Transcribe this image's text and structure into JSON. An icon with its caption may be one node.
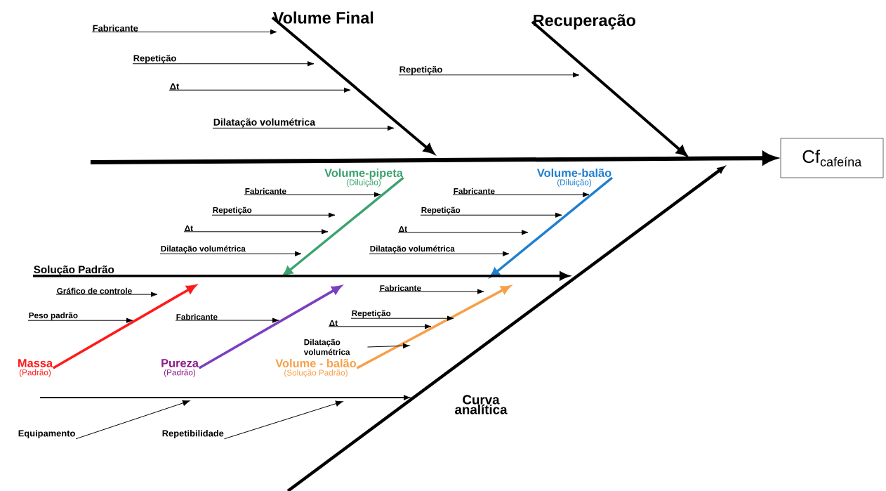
{
  "diagram": {
    "nodes": [
      {
        "text": [
          "Volume Final"
        ]
      },
      {
        "text": [
          "Recuperação"
        ]
      },
      {
        "text": [
          "Fabricante"
        ]
      },
      {
        "text": [
          "Repetição"
        ]
      },
      {
        "text": [
          "Δt"
        ]
      },
      {
        "text": [
          "Dilatação volumétrica"
        ]
      },
      {
        "text": [
          "Repetição"
        ]
      },
      {
        "text": [
          "Cf$_{cafeína}$"
        ]
      },
      {
        "text": [
          "Volume-pipeta",
          "(Diluição)"
        ]
      },
      {
        "text": [
          "Volume-balão",
          "(Diluição)"
        ]
      },
      {
        "text": [
          "Fabricante"
        ]
      },
      {
        "text": [
          "Repetição"
        ]
      },
      {
        "text": [
          "Δt"
        ]
      },
      {
        "text": [
          "Dilatação volumétrica"
        ]
      },
      {
        "text": [
          "Fabricante"
        ]
      },
      {
        "text": [
          "Repetição"
        ]
      },
      {
        "text": [
          "Δt"
        ]
      },
      {
        "text": [
          "Dilatação volumétrica"
        ]
      },
      {
        "text": [
          "Solução Padrão"
        ]
      },
      {
        "text": [
          "Gráfico de controle"
        ]
      },
      {
        "text": [
          "Peso padrão"
        ]
      },
      {
        "text": [
          "Fabricante"
        ]
      },
      {
        "text": [
          "Massa",
          "(Padrão)"
        ]
      },
      {
        "text": [
          "Pureza",
          "(Padrão)"
        ]
      },
      {
        "text": [
          "Volume - balão",
          "(Solução Padrão)"
        ]
      },
      {
        "text": [
          "Fabricante"
        ]
      },
      {
        "text": [
          "Repetição"
        ]
      },
      {
        "text": [
          "Δt"
        ]
      },
      {
        "text": [
          "Dilatação volumétrica"
        ]
      },
      {
        "text": [
          "Curva analítica"
        ]
      },
      {
        "text": [
          "Equipamento"
        ]
      },
      {
        "text": [
          "Repetibilidade"
        ]
      }
    ],
    "edges": [
      {
        "from": 0,
        "to": null,
        "arrow": "to",
        "style": "thick"
      },
      {
        "from": 1,
        "to": null,
        "arrow": "to",
        "style": "thick"
      },
      {
        "from": 2,
        "to": 0,
        "arrow": "to"
      },
      {
        "from": 3,
        "to": null,
        "arrow": "to"
      },
      {
        "from": 4,
        "to": null,
        "arrow": "to"
      },
      {
        "from": 5,
        "to": null,
        "arrow": "to"
      },
      {
        "from": 6,
        "to": null,
        "arrow": "to"
      },
      {
        "from": null,
        "to": 7,
        "arrow": "to",
        "style": "thick"
      },
      {
        "from": 8,
        "to": null,
        "arrow": "to",
        "style": "thick",
        "color": "#3aa36f"
      },
      {
        "from": 9,
        "to": null,
        "arrow": "to",
        "style": "thick",
        "color": "#1f7fd0"
      },
      {
        "from": 10,
        "to": 8,
        "arrow": "to"
      },
      {
        "from": 11,
        "to": null,
        "arrow": "to"
      },
      {
        "from": 12,
        "to": null,
        "arrow": "to"
      },
      {
        "from": 13,
        "to": null,
        "arrow": "to"
      },
      {
        "from": 14,
        "to": 9,
        "arrow": "to"
      },
      {
        "from": 15,
        "to": null,
        "arrow": "to"
      },
      {
        "from": 16,
        "to": null,
        "arrow": "to"
      },
      {
        "from": 17,
        "to": null,
        "arrow": "to"
      },
      {
        "from": 18,
        "to": null,
        "arrow": "to",
        "style": "thick"
      },
      {
        "from": 19,
        "to": null,
        "arrow": "to"
      },
      {
        "from": 20,
        "to": null,
        "arrow": "to"
      },
      {
        "from": 21,
        "to": null,
        "arrow": "to"
      },
      {
        "from": 22,
        "to": null,
        "arrow": "to",
        "style": "thick",
        "color": "#ff1a1a"
      },
      {
        "from": 23,
        "to": null,
        "arrow": "to",
        "style": "thick",
        "color": "#7a3fc0"
      },
      {
        "from": 24,
        "to": null,
        "arrow": "to",
        "style": "thick",
        "color": "#f7a04a"
      },
      {
        "from": 25,
        "to": null,
        "arrow": "to"
      },
      {
        "from": 26,
        "to": null,
        "arrow": "to"
      },
      {
        "from": 27,
        "to": null,
        "arrow": "to"
      },
      {
        "from": 28,
        "to": null,
        "arrow": "to"
      },
      {
        "from": 30,
        "to": null,
        "arrow": "to"
      },
      {
        "from": 31,
        "to": null,
        "arrow": "to"
      }
    ]
  }
}
